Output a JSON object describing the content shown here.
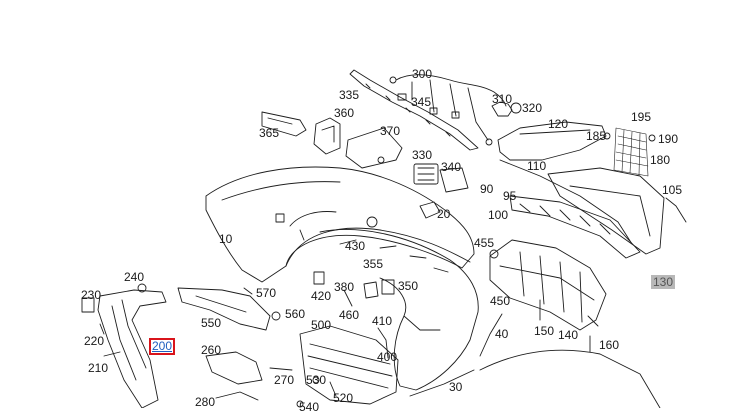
{
  "diagram": {
    "selected_part": "200",
    "highlighted_part": "130",
    "parts": [
      {
        "id": "p300",
        "label": "300"
      },
      {
        "id": "p335",
        "label": "335"
      },
      {
        "id": "p345",
        "label": "345"
      },
      {
        "id": "p310",
        "label": "310"
      },
      {
        "id": "p320",
        "label": "320"
      },
      {
        "id": "p360",
        "label": "360"
      },
      {
        "id": "p365",
        "label": "365"
      },
      {
        "id": "p370",
        "label": "370"
      },
      {
        "id": "p120",
        "label": "120"
      },
      {
        "id": "p195",
        "label": "195"
      },
      {
        "id": "p185",
        "label": "185"
      },
      {
        "id": "p190",
        "label": "190"
      },
      {
        "id": "p330",
        "label": "330"
      },
      {
        "id": "p340",
        "label": "340"
      },
      {
        "id": "p110",
        "label": "110"
      },
      {
        "id": "p180",
        "label": "180"
      },
      {
        "id": "p90",
        "label": "90"
      },
      {
        "id": "p95",
        "label": "95"
      },
      {
        "id": "p105",
        "label": "105"
      },
      {
        "id": "p20",
        "label": "20"
      },
      {
        "id": "p100",
        "label": "100"
      },
      {
        "id": "p10",
        "label": "10"
      },
      {
        "id": "p430",
        "label": "430"
      },
      {
        "id": "p455",
        "label": "455"
      },
      {
        "id": "p355",
        "label": "355"
      },
      {
        "id": "p240",
        "label": "240"
      },
      {
        "id": "p230",
        "label": "230"
      },
      {
        "id": "p570",
        "label": "570"
      },
      {
        "id": "p420",
        "label": "420"
      },
      {
        "id": "p380",
        "label": "380"
      },
      {
        "id": "p350",
        "label": "350"
      },
      {
        "id": "p130",
        "label": "130"
      },
      {
        "id": "p450",
        "label": "450"
      },
      {
        "id": "p550",
        "label": "550"
      },
      {
        "id": "p560",
        "label": "560"
      },
      {
        "id": "p460",
        "label": "460"
      },
      {
        "id": "p410",
        "label": "410"
      },
      {
        "id": "p500",
        "label": "500"
      },
      {
        "id": "p150",
        "label": "150"
      },
      {
        "id": "p140",
        "label": "140"
      },
      {
        "id": "p40",
        "label": "40"
      },
      {
        "id": "p220",
        "label": "220"
      },
      {
        "id": "p200",
        "label": "200"
      },
      {
        "id": "p160",
        "label": "160"
      },
      {
        "id": "p260",
        "label": "260"
      },
      {
        "id": "p400",
        "label": "400"
      },
      {
        "id": "p210",
        "label": "210"
      },
      {
        "id": "p270",
        "label": "270"
      },
      {
        "id": "p530",
        "label": "530"
      },
      {
        "id": "p30",
        "label": "30"
      },
      {
        "id": "p280",
        "label": "280"
      },
      {
        "id": "p520",
        "label": "520"
      },
      {
        "id": "p540",
        "label": "540"
      }
    ]
  }
}
